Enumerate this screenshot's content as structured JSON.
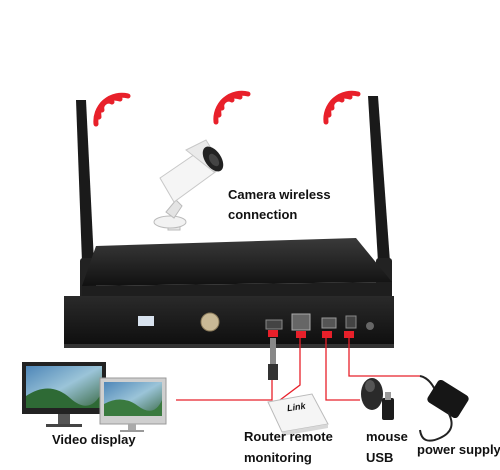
{
  "labels": {
    "camera_line1": "Camera wireless",
    "camera_line2": "connection",
    "video_display": "Video display",
    "router_line1": "Router remote",
    "router_line2": "monitoring",
    "mouse_line1": "mouse",
    "mouse_line2": "USB",
    "power_supply": "power supply",
    "router_brand": "Link"
  },
  "icons": [
    "wifi-signal-icon",
    "antenna-icon",
    "camera-icon",
    "nvr-recorder",
    "monitor-icon",
    "router-icon",
    "mouse-icon",
    "usb-stick-icon",
    "power-adapter-icon"
  ],
  "colors": {
    "wifi": "#e8202a",
    "cable": "#e8202a",
    "device_body": "#1b1b1b",
    "label_text": "#111111"
  }
}
